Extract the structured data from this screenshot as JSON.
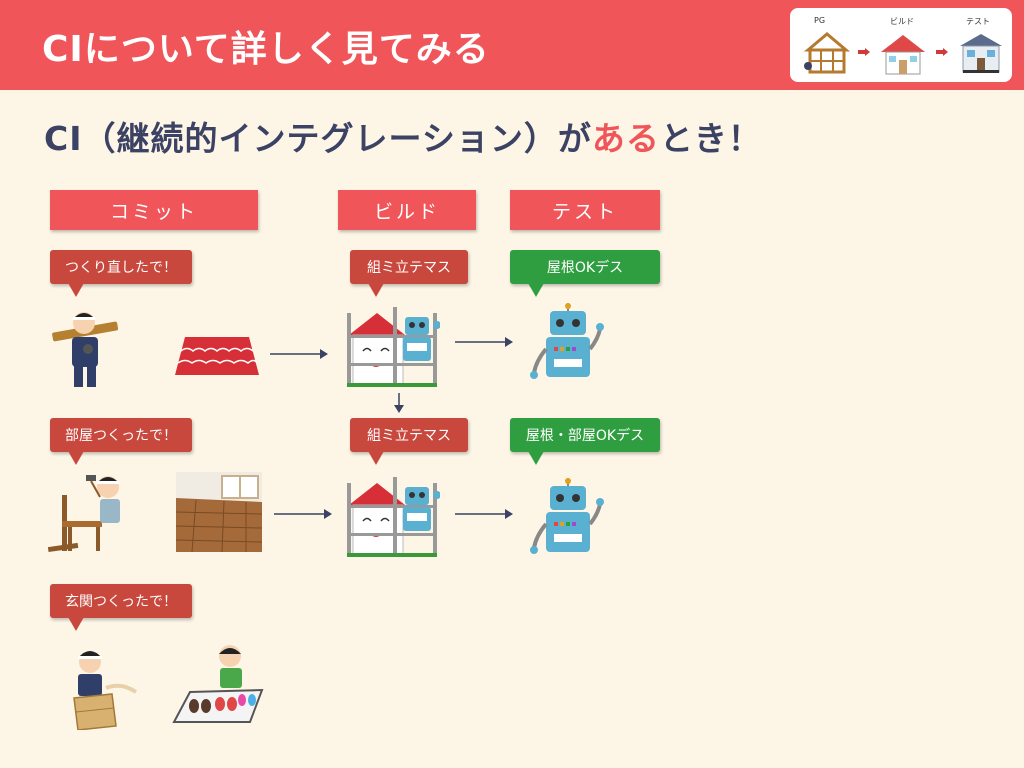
{
  "header": {
    "title": "CIについて詳しく見てみる",
    "flow": {
      "labels": [
        "PG",
        "ビルド",
        "テスト"
      ]
    }
  },
  "heading": {
    "prefix": "CI（継続的インテグレーション）が",
    "accent": "ある",
    "suffix": "とき！"
  },
  "columns": {
    "commit": "コミット",
    "build": "ビルド",
    "test": "テスト"
  },
  "bubbles": {
    "commit1": "つくり直したで！",
    "commit2": "部屋つくったで！",
    "commit3": "玄関つくったで！",
    "build1": "組ミ立テマス",
    "build2": "組ミ立テマス",
    "test1": "屋根OKデス",
    "test2": "屋根・部屋OKデス"
  },
  "icons": {
    "carpenter1": "carpenter-carrying-wood-icon",
    "roof": "roof-icon",
    "carpenter2": "carpenter-building-chair-icon",
    "floor": "wooden-room-floor-icon",
    "carpenter3": "carpenter-with-box-icon",
    "child": "child-arranging-shoes-icon",
    "construction": "house-under-construction-robot-icon",
    "robot": "robot-icon"
  },
  "colors": {
    "accent": "#f0555a",
    "bubble_red": "#c8483e",
    "bubble_green": "#2e9e40",
    "text_dark": "#3c4263",
    "background": "#fdf6e7"
  }
}
